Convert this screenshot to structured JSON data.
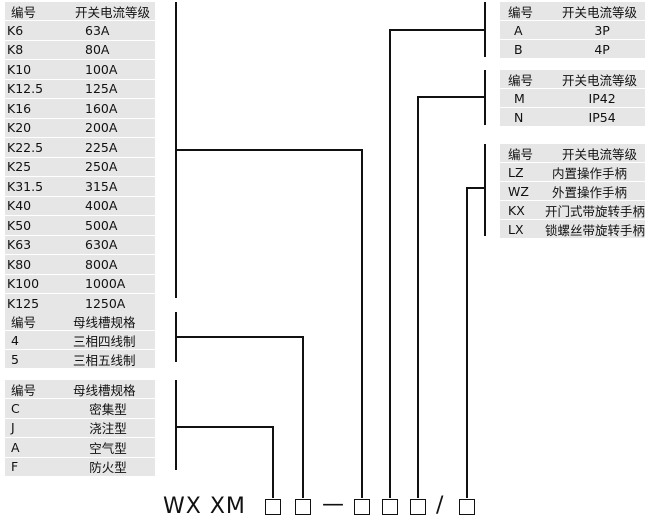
{
  "current_table": {
    "header": {
      "code": "编号",
      "grade": "开关电流等级"
    },
    "rows": [
      {
        "code": "K6",
        "value": "63A"
      },
      {
        "code": "K8",
        "value": "80A"
      },
      {
        "code": "K10",
        "value": "100A"
      },
      {
        "code": "K12.5",
        "value": "125A"
      },
      {
        "code": "K16",
        "value": "160A"
      },
      {
        "code": "K20",
        "value": "200A"
      },
      {
        "code": "K22.5",
        "value": "225A"
      },
      {
        "code": "K25",
        "value": "250A"
      },
      {
        "code": "K31.5",
        "value": "315A"
      },
      {
        "code": "K40",
        "value": "400A"
      },
      {
        "code": "K50",
        "value": "500A"
      },
      {
        "code": "K63",
        "value": "630A"
      },
      {
        "code": "K80",
        "value": "800A"
      },
      {
        "code": "K100",
        "value": "1000A"
      },
      {
        "code": "K125",
        "value": "1250A"
      }
    ]
  },
  "wire_table": {
    "header": {
      "code": "编号",
      "spec": "母线槽规格"
    },
    "rows": [
      {
        "code": "4",
        "value": "三相四线制"
      },
      {
        "code": "5",
        "value": "三相五线制"
      }
    ]
  },
  "type_table": {
    "header": {
      "code": "编号",
      "spec": "母线槽规格"
    },
    "rows": [
      {
        "code": "C",
        "value": "密集型"
      },
      {
        "code": "J",
        "value": "浇注型"
      },
      {
        "code": "A",
        "value": "空气型"
      },
      {
        "code": "F",
        "value": "防火型"
      }
    ]
  },
  "pole_table": {
    "header": {
      "code": "编号",
      "grade": "开关电流等级"
    },
    "rows": [
      {
        "code": "A",
        "value": "3P"
      },
      {
        "code": "B",
        "value": "4P"
      }
    ]
  },
  "ip_table": {
    "header": {
      "code": "编号",
      "grade": "开关电流等级"
    },
    "rows": [
      {
        "code": "M",
        "value": "IP42"
      },
      {
        "code": "N",
        "value": "IP54"
      }
    ]
  },
  "handle_table": {
    "header": {
      "code": "编号",
      "grade": "开关电流等级"
    },
    "rows": [
      {
        "code": "LZ",
        "value": "内置操作手柄"
      },
      {
        "code": "WZ",
        "value": "外置操作手柄"
      },
      {
        "code": "KX",
        "value": "开门式带旋转手柄"
      },
      {
        "code": "LX",
        "value": "锁螺丝带旋转手柄"
      }
    ]
  },
  "model": {
    "prefix": "WX XM",
    "dash": "—",
    "slash": "/"
  }
}
